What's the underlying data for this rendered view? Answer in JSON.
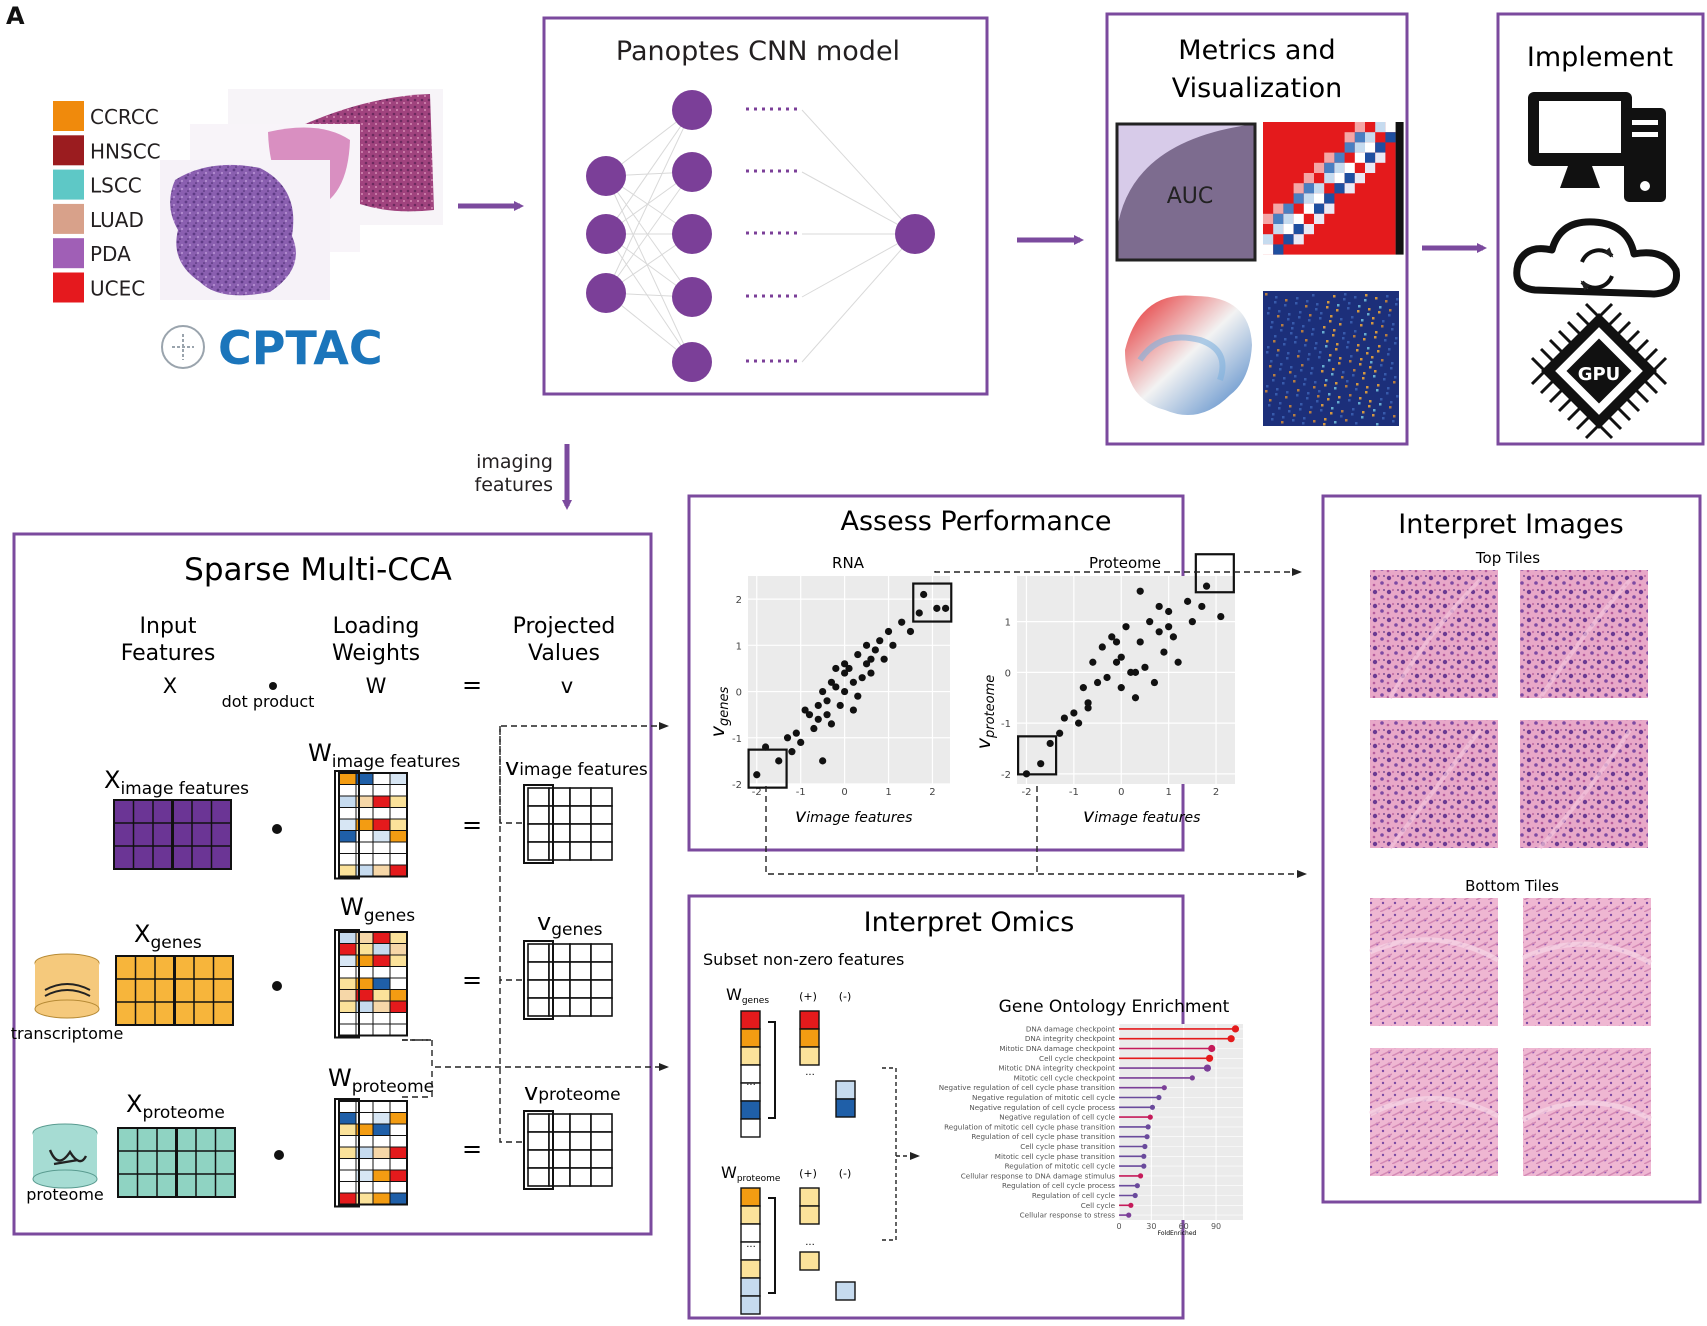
{
  "panel_letter": "A",
  "colors": {
    "frame": "#7b4a9e",
    "arrow": "#7b4a9e",
    "node": "#7b3f98",
    "image_matrix": "#6b3595",
    "genes_matrix": "#f7b53b",
    "proteome_matrix": "#8fd3c2",
    "cptac_blue": "#1b75bb",
    "heat_red": "#e41a1c",
    "heat_orange": "#f39c12",
    "heat_yellow": "#fbe29a",
    "heat_blue": "#1f5fa8",
    "heat_lightblue": "#c6dbef"
  },
  "legend": [
    {
      "label": "CCRCC",
      "color": "#f08a0c"
    },
    {
      "label": "HNSCC",
      "color": "#9b1c1f"
    },
    {
      "label": "LSCC",
      "color": "#5ec8c6"
    },
    {
      "label": "LUAD",
      "color": "#d8a18a"
    },
    {
      "label": "PDA",
      "color": "#a05fb6"
    },
    {
      "label": "UCEC",
      "color": "#e5191e"
    }
  ],
  "cptac_logo": "CPTAC",
  "panoptes": {
    "title": "Panoptes CNN model"
  },
  "metrics": {
    "title_line1": "Metrics and",
    "title_line2": "Visualization",
    "auc_label": "AUC"
  },
  "implement": {
    "title": "Implement",
    "icons": [
      "computer-icon",
      "cloud-sync-icon",
      "gpu-chip-icon"
    ],
    "gpu_label": "GPU"
  },
  "imaging_features": {
    "line1": "imaging",
    "line2": "features"
  },
  "mcca": {
    "title": "Sparse Multi-CCA",
    "input_features_line1": "Input",
    "input_features_line2": "Features",
    "loading_weights_line1": "Loading",
    "loading_weights_line2": "Weights",
    "projected_values_line1": "Projected",
    "projected_values_line2": "Values",
    "x_symbol": "X",
    "w_symbol": "W",
    "eq": "=",
    "v_symbol": "v",
    "dot_product": "dot product",
    "x_image_sub": "image features",
    "w_image_sub": "image features",
    "v_image_sub": "image features",
    "x_genes_sub": "genes",
    "w_genes_sub": "genes",
    "v_genes_sub": "genes",
    "x_proteome_sub": "proteome",
    "w_proteome_sub": "proteome",
    "v_proteome_sub": "proteome",
    "transcriptome_label": "transcriptome",
    "proteome_label": "proteome"
  },
  "assess": {
    "title": "Assess Performance",
    "rna_title": "RNA",
    "proteome_title": "Proteome",
    "x_axis_label": "v",
    "x_axis_sub": "image features",
    "rna_y_sub": "genes",
    "prot_y_sub": "proteome",
    "tick_labels": [
      "-2",
      "-1",
      "0",
      "1",
      "2"
    ]
  },
  "chart_data": [
    {
      "type": "scatter",
      "title": "RNA",
      "xlabel": "v image features",
      "ylabel": "v genes",
      "xlim": [
        -2.2,
        2.4
      ],
      "ylim": [
        -2.0,
        2.5
      ],
      "x": [
        -2.0,
        -1.8,
        -1.5,
        -1.3,
        -1.2,
        -1.1,
        -1.0,
        -0.8,
        -0.7,
        -0.6,
        -0.6,
        -0.5,
        -0.4,
        -0.4,
        -0.3,
        -0.3,
        -0.2,
        -0.1,
        0.0,
        0.0,
        0.1,
        0.2,
        0.2,
        0.3,
        0.4,
        0.5,
        0.5,
        0.6,
        0.7,
        0.8,
        0.9,
        1.0,
        1.1,
        1.3,
        1.5,
        1.7,
        1.8,
        2.1,
        2.3,
        -0.5,
        0.3,
        0.0,
        -0.9,
        -0.2,
        0.6
      ],
      "y": [
        -1.8,
        -1.2,
        -1.5,
        -1.0,
        -1.3,
        -0.9,
        -1.1,
        -0.5,
        -0.8,
        -0.3,
        -0.6,
        0.0,
        -0.2,
        -0.5,
        0.2,
        -0.7,
        0.1,
        -0.3,
        0.4,
        0.0,
        0.5,
        -0.4,
        0.2,
        0.8,
        0.3,
        0.6,
        1.0,
        0.4,
        0.9,
        1.1,
        0.7,
        1.3,
        1.0,
        1.5,
        1.3,
        1.7,
        2.1,
        1.8,
        1.8,
        -1.5,
        -0.1,
        0.6,
        -0.4,
        0.5,
        0.7
      ]
    },
    {
      "type": "scatter",
      "title": "Proteome",
      "xlabel": "v image features",
      "ylabel": "v proteome",
      "xlim": [
        -2.2,
        2.4
      ],
      "ylim": [
        -2.2,
        1.9
      ],
      "x": [
        -2.0,
        -1.7,
        -1.5,
        -1.3,
        -1.2,
        -1.0,
        -0.9,
        -0.8,
        -0.7,
        -0.6,
        -0.5,
        -0.4,
        -0.3,
        -0.2,
        -0.1,
        0.0,
        0.0,
        0.1,
        0.2,
        0.3,
        0.4,
        0.5,
        0.6,
        0.7,
        0.8,
        0.9,
        1.0,
        1.1,
        1.2,
        1.4,
        1.5,
        1.7,
        1.8,
        2.1,
        -0.7,
        0.4,
        0.8,
        -0.1,
        1.0,
        0.3
      ],
      "y": [
        -2.0,
        -1.8,
        -1.4,
        -1.2,
        -0.9,
        -0.8,
        -1.0,
        -0.3,
        -0.6,
        0.2,
        -0.2,
        0.5,
        -0.1,
        0.7,
        0.2,
        0.3,
        -0.3,
        0.9,
        0.0,
        -0.5,
        0.6,
        0.1,
        1.0,
        -0.2,
        0.8,
        0.4,
        1.2,
        0.7,
        0.2,
        1.4,
        1.0,
        1.3,
        1.7,
        1.1,
        -0.7,
        1.6,
        1.3,
        0.6,
        0.9,
        0.0
      ]
    },
    {
      "type": "bar",
      "title": "Gene Ontology Enrichment",
      "xlabel": "FoldEnriched",
      "ylabel": "",
      "xlim": [
        0,
        115
      ],
      "xticks": [
        "0",
        "30",
        "60",
        "90"
      ],
      "categories": [
        "DNA damage checkpoint",
        "DNA integrity checkpoint",
        "Mitotic DNA damage checkpoint",
        "Cell cycle checkpoint",
        "Mitotic DNA integrity checkpoint",
        "Mitotic cell cycle checkpoint",
        "Negative regulation of cell cycle phase transition",
        "Negative regulation of mitotic cell cycle",
        "Negative regulation of cell cycle process",
        "Negative regulation of cell cycle",
        "Regulation of mitotic cell cycle phase transition",
        "Regulation of cell cycle phase transition",
        "Cell cycle phase transition",
        "Mitotic cell cycle phase transition",
        "Regulation of mitotic cell cycle",
        "Cellular response to DNA damage stimulus",
        "Regulation of cell cycle process",
        "Regulation of cell cycle",
        "Cell cycle",
        "Cellular response to stress"
      ],
      "values": [
        108,
        104,
        86,
        84,
        82,
        68,
        42,
        37,
        31,
        29,
        27,
        26,
        24,
        23,
        23,
        20,
        17,
        15,
        11,
        9
      ],
      "colors": [
        "#e41a1c",
        "#e41a1c",
        "#c51b5a",
        "#e41a1c",
        "#7b3f98",
        "#7b3f98",
        "#7b3f98",
        "#6a4a9c",
        "#6a4a9c",
        "#c51b5a",
        "#6a4a9c",
        "#6a4a9c",
        "#6a4a9c",
        "#6a4a9c",
        "#6a4a9c",
        "#c51b5a",
        "#6a4a9c",
        "#6a4a9c",
        "#c51b5a",
        "#7b3f98"
      ]
    }
  ],
  "omics": {
    "title": "Interpret Omics",
    "subset_label": "Subset non-zero features",
    "w_genes_sub": "genes",
    "w_proteome_sub": "proteome",
    "w_symbol": "W",
    "plus": "(+)",
    "minus": "(-)",
    "ellipsis": "...",
    "go_title": "Gene Ontology Enrichment",
    "x_axis_title": "FoldEnriched"
  },
  "interpret_images": {
    "title": "Interpret Images",
    "top_label": "Top Tiles",
    "bottom_label": "Bottom Tiles"
  }
}
